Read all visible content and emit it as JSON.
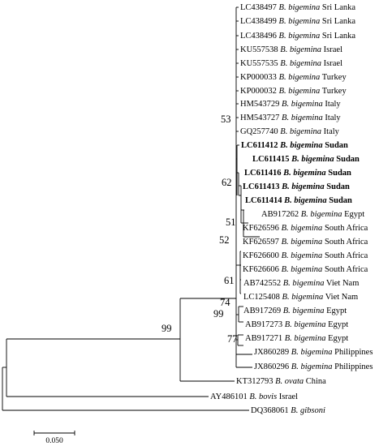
{
  "leaves": [
    {
      "acc": "LC438497",
      "sp": "B. bigemina",
      "loc": "Sri Lanka",
      "bold": false
    },
    {
      "acc": "LC438499",
      "sp": "B. bigemina",
      "loc": "Sri Lanka",
      "bold": false
    },
    {
      "acc": "LC438496",
      "sp": "B. bigemina",
      "loc": "Sri Lanka",
      "bold": false
    },
    {
      "acc": "KU557538",
      "sp": "B. bigemina",
      "loc": "Israel",
      "bold": false
    },
    {
      "acc": "KU557535",
      "sp": "B. bigemina",
      "loc": "Israel",
      "bold": false
    },
    {
      "acc": "KP000033",
      "sp": "B. bigemina",
      "loc": "Turkey",
      "bold": false
    },
    {
      "acc": "KP000032",
      "sp": "B. bigemina",
      "loc": "Turkey",
      "bold": false
    },
    {
      "acc": "HM543729",
      "sp": "B. bigemina",
      "loc": "Italy",
      "bold": false
    },
    {
      "acc": "HM543727",
      "sp": "B. bigemina",
      "loc": "Italy",
      "bold": false
    },
    {
      "acc": "GQ257740",
      "sp": "B. bigemina",
      "loc": "Italy",
      "bold": false
    },
    {
      "acc": "LC611412",
      "sp": "B. bigemina",
      "loc": "Sudan",
      "bold": true
    },
    {
      "acc": "LC611415",
      "sp": "B. bigemina",
      "loc": "Sudan",
      "bold": true
    },
    {
      "acc": "LC611416",
      "sp": "B. bigemina",
      "loc": "Sudan",
      "bold": true
    },
    {
      "acc": "LC611413",
      "sp": "B. bigemina",
      "loc": "Sudan",
      "bold": true
    },
    {
      "acc": "LC611414",
      "sp": "B. bigemina",
      "loc": "Sudan",
      "bold": true
    },
    {
      "acc": "AB917262",
      "sp": "B. bigemina",
      "loc": "Egypt",
      "bold": false
    },
    {
      "acc": "KF626596",
      "sp": "B. bigemina",
      "loc": "South Africa",
      "bold": false
    },
    {
      "acc": "KF626597",
      "sp": "B. bigemina",
      "loc": "South Africa",
      "bold": false
    },
    {
      "acc": "KF626600",
      "sp": "B. bigemina",
      "loc": "South Africa",
      "bold": false
    },
    {
      "acc": "KF626606",
      "sp": "B. bigemina",
      "loc": "South Africa",
      "bold": false
    },
    {
      "acc": "AB742552",
      "sp": "B. bigemina",
      "loc": "Viet Nam",
      "bold": false
    },
    {
      "acc": "LC125408",
      "sp": "B. bigemina",
      "loc": "Viet Nam",
      "bold": false
    },
    {
      "acc": "AB917269",
      "sp": "B. bigemina",
      "loc": "Egypt",
      "bold": false
    },
    {
      "acc": "AB917273",
      "sp": "B. bigemina",
      "loc": "Egypt",
      "bold": false
    },
    {
      "acc": "AB917271",
      "sp": "B. bigemina",
      "loc": "Egypt",
      "bold": false
    },
    {
      "acc": "JX860289",
      "sp": "B. bigemina",
      "loc": "Philippines",
      "bold": false
    },
    {
      "acc": "JX860296",
      "sp": "B. bigemina",
      "loc": "Philippines",
      "bold": false
    },
    {
      "acc": "KT312793",
      "sp": "B. ovata",
      "loc": "China",
      "bold": false
    },
    {
      "acc": "AY486101",
      "sp": "B. bovis",
      "loc": "Israel",
      "bold": false
    },
    {
      "acc": "DQ368061",
      "sp": "B. gibsoni",
      "loc": "",
      "bold": false
    }
  ],
  "bootstrap": [
    "53",
    "62",
    "51",
    "52",
    "61",
    "74",
    "99",
    "77",
    "99"
  ],
  "scale_bar": {
    "label": "0.050"
  }
}
